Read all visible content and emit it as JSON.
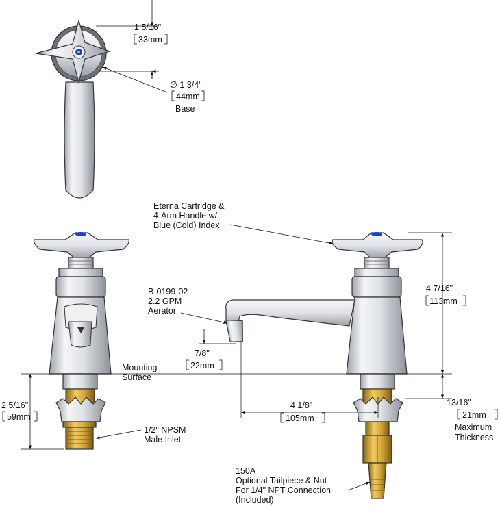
{
  "top_view": {
    "height_dim": {
      "imperial": "1 5/16\"",
      "metric": "33mm"
    },
    "base_dim": {
      "imperial": "∅ 1 3/4\"",
      "metric": "44mm",
      "label": "Base"
    }
  },
  "callouts": {
    "cartridge": [
      "Eterna Cartridge &",
      "4-Arm Handle w/",
      "Blue (Cold) Index"
    ],
    "aerator": [
      "B-0199-02",
      "2.2 GPM",
      "Aerator"
    ],
    "mounting": [
      "Mounting",
      "Surface"
    ],
    "inlet": [
      "1/2\" NPSM",
      "Male Inlet"
    ],
    "tailpiece": [
      "150A",
      "Optional Tailpiece & Nut",
      "For 1/4\" NPT Connection",
      "(Included)"
    ]
  },
  "dimensions": {
    "spout_height": {
      "imperial": "7/8\"",
      "metric": "22mm"
    },
    "overall_height": {
      "imperial": "4 7/16\"",
      "metric": "113mm"
    },
    "shank_length": {
      "imperial": "2 5/16\"",
      "metric": "59mm"
    },
    "spout_reach": {
      "imperial": "4 1/8\"",
      "metric": "105mm"
    },
    "max_thickness": {
      "imperial": "13/16\"",
      "metric": "21mm",
      "note": [
        "Maximum",
        "Thickness"
      ]
    }
  },
  "colors": {
    "index_blue": "#1f3fd0",
    "brass": "#c99a2e",
    "chrome": "#e4e6ea",
    "line": "#111111"
  }
}
